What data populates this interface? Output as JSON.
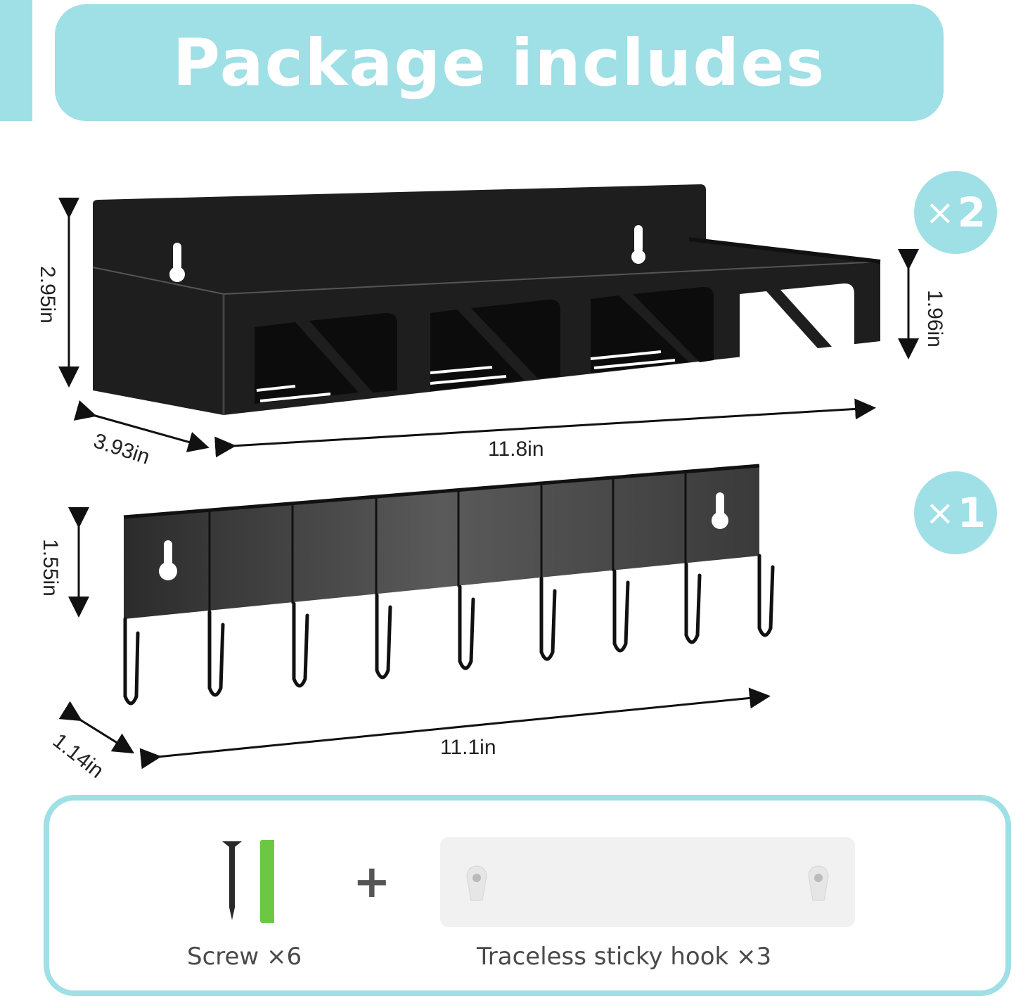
{
  "header": {
    "title": "Package includes"
  },
  "colors": {
    "accent": "#9fdfe6",
    "product": "#1c1c1c",
    "anchor": "#6cc843",
    "text": "#4a4a4a"
  },
  "products": [
    {
      "name": "spice-shelf",
      "quantity_label": {
        "prefix": "×",
        "count": "2"
      },
      "dimensions": {
        "height": "2.95in",
        "depth": "3.93in",
        "width": "11.8in",
        "front_height": "1.96in"
      }
    },
    {
      "name": "hook-rack",
      "quantity_label": {
        "prefix": "×",
        "count": "1"
      },
      "dimensions": {
        "height": "1.55in",
        "depth": "1.14in",
        "width": "11.1in"
      },
      "hook_count": 9
    }
  ],
  "accessories": {
    "plus_sign": "+",
    "items": [
      {
        "label": "Screw ×6",
        "icon": "screw-and-anchor-icon"
      },
      {
        "label": "Traceless sticky hook ×3",
        "icon": "adhesive-pad-icon"
      }
    ]
  }
}
